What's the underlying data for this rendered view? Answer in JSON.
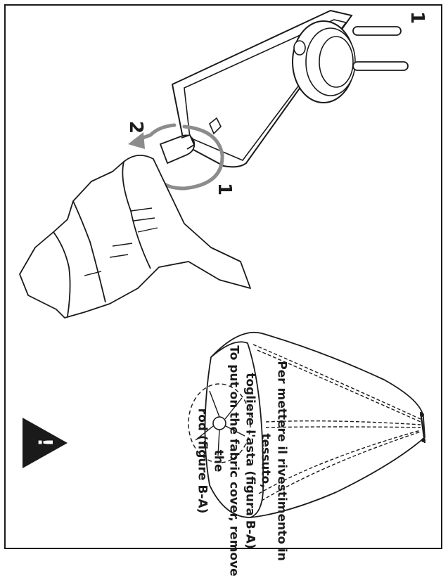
{
  "labels": {
    "step_one_top": "1",
    "step_one_bottom": "1",
    "step_two": "2"
  },
  "caption": {
    "lines": [
      "Per mettere il rivestimento in tessuto,",
      "togliere l'asta (figura B-A)",
      "To put on the fabric cover, remove the",
      "rod (figure B-A)"
    ]
  },
  "warning": {
    "symbol": "!",
    "icon": "warning-triangle-icon",
    "color": "#1a1a1a"
  },
  "colors": {
    "line": "#1a1a1a",
    "arrow": "#8c8c8c"
  }
}
